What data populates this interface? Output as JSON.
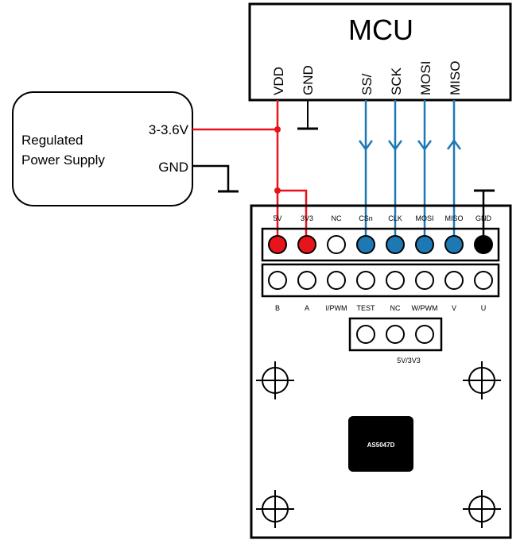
{
  "colors": {
    "power": "#e8141b",
    "signal": "#1e78b4",
    "ground": "#000000",
    "pin_red": "#e8141b",
    "pin_blue": "#1e78b4",
    "pin_black": "#000000",
    "outline": "#000000"
  },
  "mcu": {
    "title": "MCU",
    "pins": [
      "VDD",
      "GND",
      "SS/",
      "SCK",
      "MOSI",
      "MISO"
    ]
  },
  "power_supply": {
    "line1": "Regulated",
    "line2": "Power Supply",
    "out_label": "3-3.6V",
    "gnd_label": "GND"
  },
  "board": {
    "top_row_labels": [
      "5V",
      "3V3",
      "NC",
      "CSn",
      "CLK",
      "MOSI",
      "MISO",
      "GND"
    ],
    "bottom_row_labels": [
      "B",
      "A",
      "I/PWM",
      "TEST",
      "NC",
      "W/PWM",
      "V",
      "U"
    ],
    "jumper_label": "5V/3V3",
    "chip_label": "AS5047D"
  }
}
